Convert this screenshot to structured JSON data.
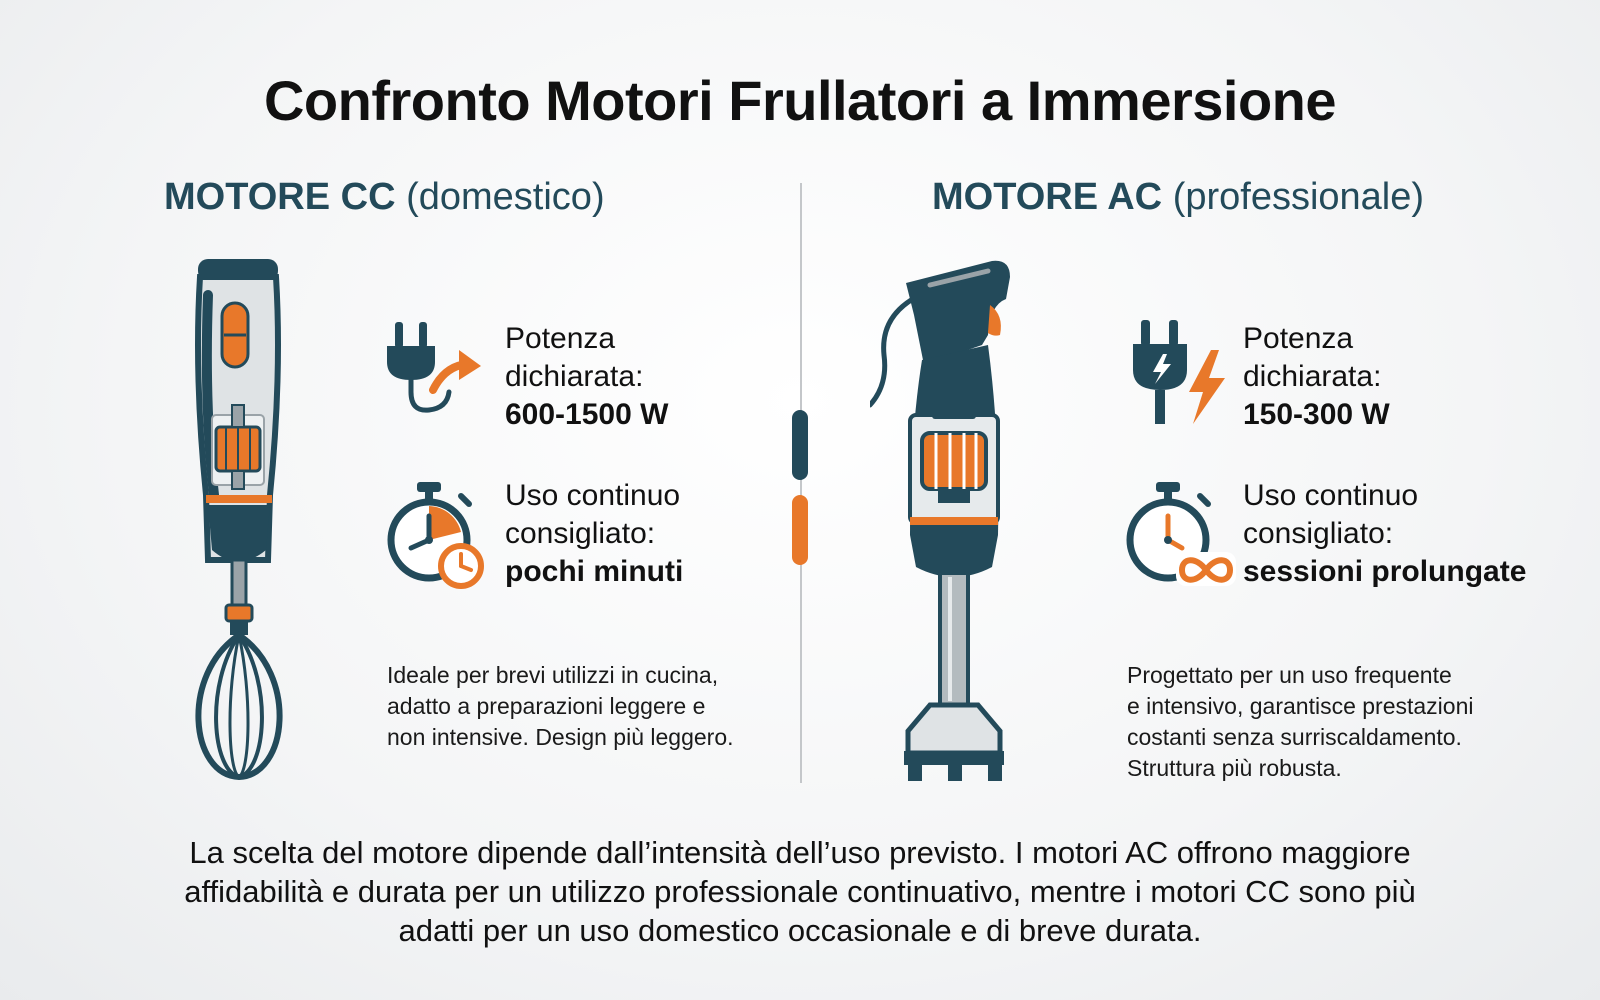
{
  "title": "Confronto Motori Frullatori a Immersione",
  "columns": {
    "cc": {
      "head_strong": "MOTORE CC",
      "head_light": "(domestico)",
      "power_label_1": "Potenza",
      "power_label_2": "dichiarata:",
      "power_value": "600-1500 W",
      "use_label_1": "Uso continuo",
      "use_label_2": "consigliato:",
      "use_value": "pochi minuti",
      "desc_lines": [
        "Ideale per brevi utilizzi in cucina,",
        "adatto a preparazioni leggere e",
        "non intensive. Design più leggero."
      ]
    },
    "ac": {
      "head_strong": "MOTORE AC",
      "head_light": "(professionale)",
      "power_label_1": "Potenza",
      "power_label_2": "dichiarata:",
      "power_value": "150-300 W",
      "use_label_1": "Uso continuo",
      "use_label_2": "consigliato:",
      "use_value": "sessioni prolungate",
      "desc_lines": [
        "Progettato per un uso frequente",
        "e intensivo, garantisce prestazioni",
        "costanti senza surriscaldamento.",
        "Struttura più robusta."
      ]
    }
  },
  "footer_lines": [
    "La scelta del motore dipende dall’intensità dell’uso previsto. I motori AC offrono maggiore",
    "affidabilità e durata per un utilizzo professionale continuativo,  mentre i motori CC sono più",
    "adatti per un uso domestico occasionale e di breve durata."
  ],
  "colors": {
    "teal": "#234a5a",
    "orange": "#e8782a",
    "steel": "#9aa3a8",
    "light_steel": "#dfe3e5"
  },
  "icons": [
    "plug-arrow-icon",
    "stopwatch-clock-icon",
    "plug-lightning-icon",
    "stopwatch-infinity-icon",
    "hand-blender-whisk-icon",
    "hand-blender-professional-icon"
  ]
}
